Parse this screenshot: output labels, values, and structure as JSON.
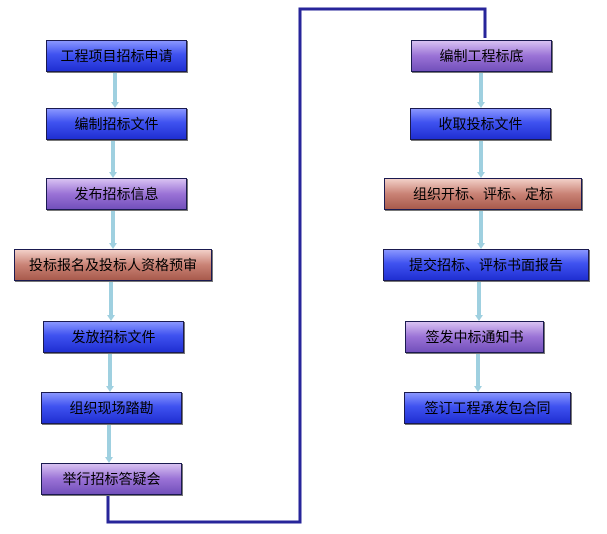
{
  "colors": {
    "connector": "#27259a",
    "arrow": "#9fd0e0",
    "box_blue": "#3f52f0",
    "box_purple": "#9a72d6",
    "box_red": "#c98275"
  },
  "left_steps": [
    {
      "label": "工程项目招标申请",
      "style": "blue"
    },
    {
      "label": "编制招标文件",
      "style": "blue"
    },
    {
      "label": "发布招标信息",
      "style": "purple"
    },
    {
      "label": "投标报名及投标人资格预审",
      "style": "red"
    },
    {
      "label": "发放招标文件",
      "style": "blue"
    },
    {
      "label": "组织现场踏勘",
      "style": "blue"
    },
    {
      "label": "举行招标答疑会",
      "style": "purple"
    }
  ],
  "right_steps": [
    {
      "label": "编制工程标底",
      "style": "purple"
    },
    {
      "label": "收取投标文件",
      "style": "blue"
    },
    {
      "label": "组织开标、评标、定标",
      "style": "red"
    },
    {
      "label": "提交招标、评标书面报告",
      "style": "blue"
    },
    {
      "label": "签发中标通知书",
      "style": "purple"
    },
    {
      "label": "签订工程承发包合同",
      "style": "blue"
    }
  ]
}
